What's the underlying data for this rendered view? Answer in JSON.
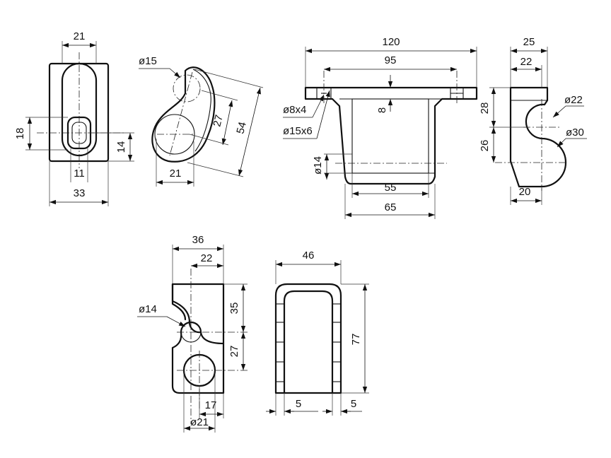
{
  "views": {
    "side_a": {
      "width": "21",
      "height": "18",
      "slot_height": "14",
      "slot_width": "11",
      "total_width": "33"
    },
    "curved": {
      "dia_small": "ø15",
      "pitch": "27",
      "length": "54",
      "width": "21"
    },
    "front": {
      "total": "120",
      "hole_pitch": "95",
      "plate": "8",
      "cbore": "ø8x4",
      "hole": "ø15x6",
      "dia": "ø14",
      "inner": "55",
      "base": "65"
    },
    "side_b": {
      "top": "25",
      "inner": "22",
      "upper": "28",
      "lower": "26",
      "dia_small": "ø22",
      "dia_large": "ø30",
      "bottom": "20"
    },
    "bracket": {
      "width": "36",
      "center": "22",
      "upper": "35",
      "lower": "27",
      "dia_small": "ø14",
      "offset": "17",
      "dia_large": "ø21"
    },
    "u_frame": {
      "width": "46",
      "height": "77",
      "left_wall": "5",
      "right_wall": "5"
    }
  }
}
